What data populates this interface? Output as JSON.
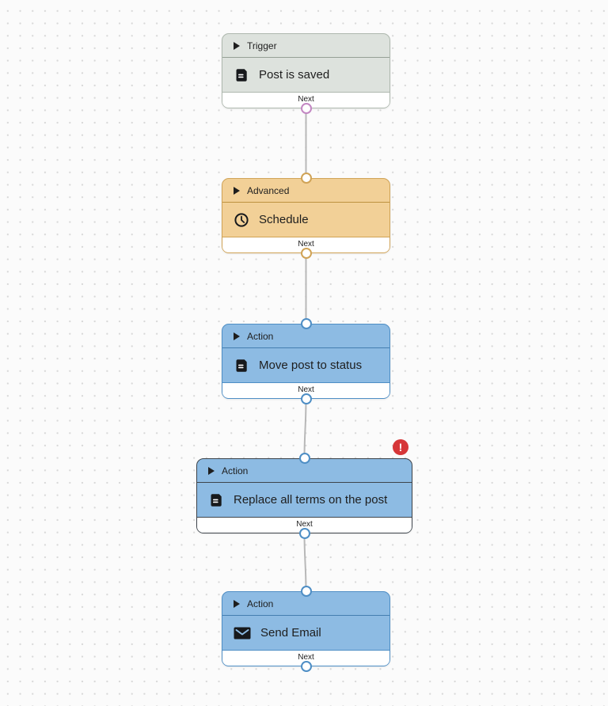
{
  "canvas": {
    "background_color": "#fbfbfb",
    "dot_color": "#d8d8d8",
    "connector_color": "#b8b8b8"
  },
  "workflow": {
    "nodes": [
      {
        "type": "Trigger",
        "title": "Post is saved",
        "icon": "document-icon",
        "footer_label": "Next",
        "has_input_port": false,
        "has_output_port": true,
        "selected": false,
        "theme": {
          "fill": "#dde2dd",
          "border": "#aeb8ae",
          "divider": "#96a096",
          "port_color": "#c387c3"
        }
      },
      {
        "type": "Advanced",
        "title": "Schedule",
        "icon": "clock-icon",
        "footer_label": "Next",
        "has_input_port": true,
        "has_output_port": true,
        "selected": false,
        "theme": {
          "fill": "#f2d097",
          "border": "#d0a356",
          "divider": "#bd923f",
          "port_color": "#d0a356"
        }
      },
      {
        "type": "Action",
        "title": "Move post to status",
        "icon": "document-icon",
        "footer_label": "Next",
        "has_input_port": true,
        "has_output_port": true,
        "selected": false,
        "theme": {
          "fill": "#8dbbe3",
          "border": "#4e8ec5",
          "divider": "#447eb0",
          "port_color": "#4e8ec5"
        }
      },
      {
        "type": "Action",
        "title": "Replace all terms on the post",
        "icon": "document-icon",
        "footer_label": "Next",
        "has_input_port": true,
        "has_output_port": true,
        "selected": true,
        "error_badge": "!",
        "error_badge_color": "#d63638",
        "theme": {
          "fill": "#8dbbe3",
          "border": "#3e444b",
          "divider": "#3e444b",
          "port_color": "#4e8ec5"
        }
      },
      {
        "type": "Action",
        "title": "Send Email",
        "icon": "envelope-icon",
        "footer_label": "Next",
        "has_input_port": true,
        "has_output_port": true,
        "selected": false,
        "theme": {
          "fill": "#8dbbe3",
          "border": "#4e8ec5",
          "divider": "#447eb0",
          "port_color": "#4e8ec5"
        }
      }
    ]
  }
}
